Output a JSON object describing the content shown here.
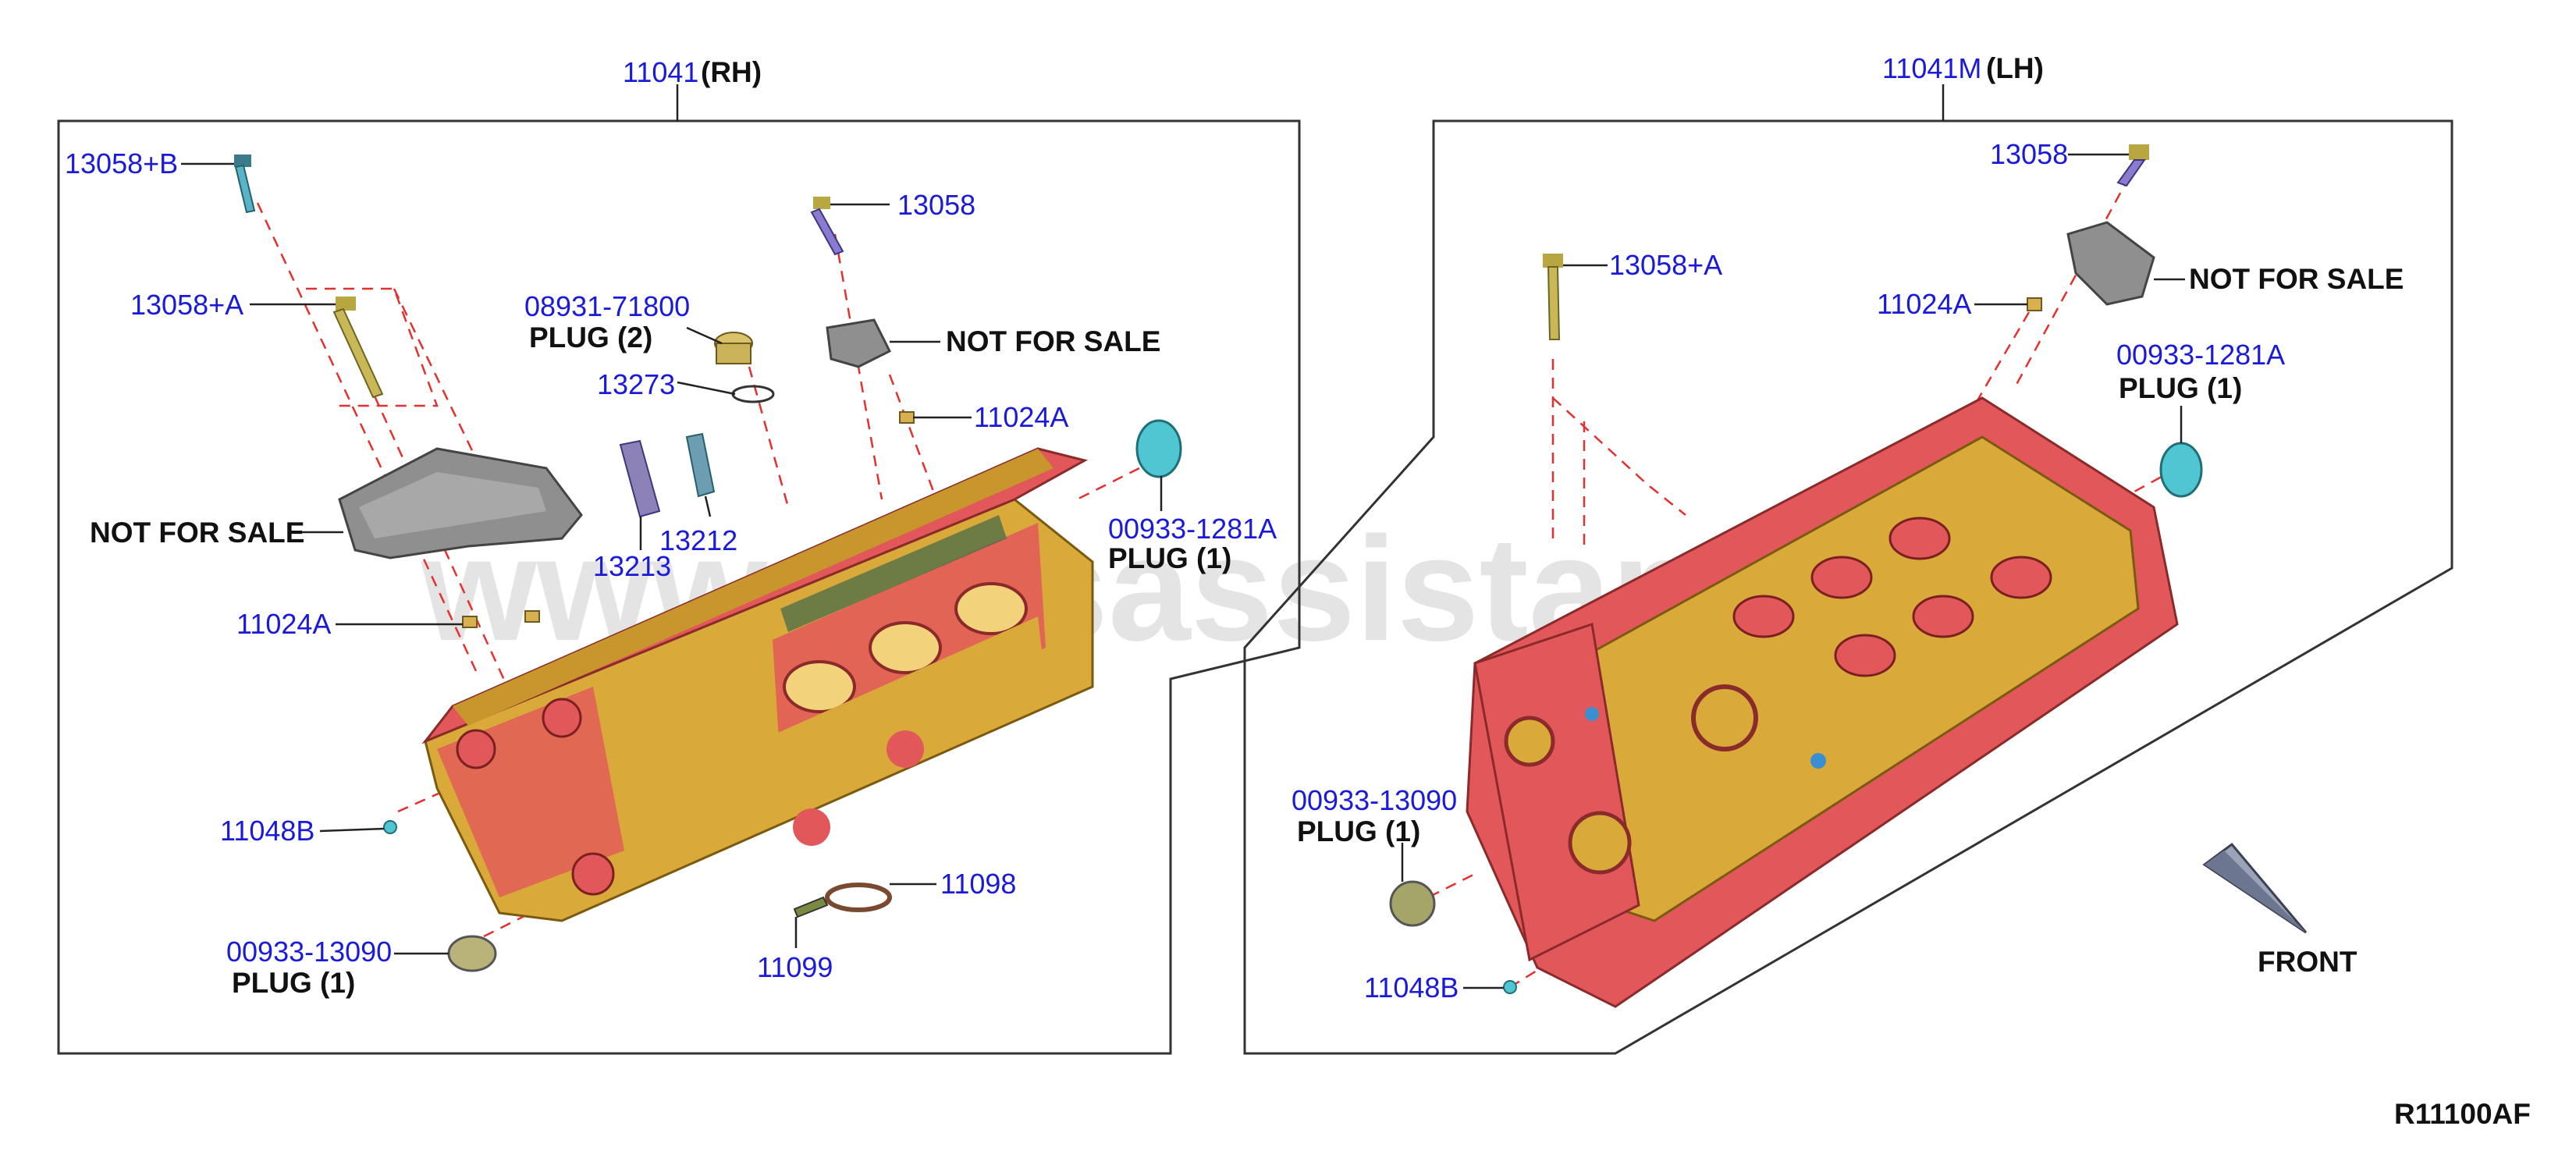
{
  "watermark": "www.carsassistant.com",
  "reference": "R11100AF",
  "colors": {
    "part_number": "#1a1adb",
    "head_red": "#e2585a",
    "head_gold": "#d9a93a",
    "dash_line": "#e53030"
  },
  "rh": {
    "title_number": "11041",
    "title_side": "(RH)",
    "labels": {
      "bolt_b": "13058+B",
      "bolt_a": "13058+A",
      "plug2_pn": "08931-71800",
      "plug2_desc": "PLUG (2)",
      "gasket": "13273",
      "bolt": "13058",
      "nfs_bracket": "NOT FOR SALE",
      "dowel_top": "11024A",
      "plug_side_pn": "00933-1281A",
      "plug_side_desc": "PLUG (1)",
      "nfs_cover": "NOT FOR SALE",
      "guide_a": "13212",
      "guide_b": "13213",
      "dowel_left": "11024A",
      "plug_small": "11048B",
      "plug_front_pn": "00933-13090",
      "plug_front_desc": "PLUG (1)",
      "seal_a": "11098",
      "seal_b": "11099"
    }
  },
  "lh": {
    "title_number": "11041M",
    "title_side": "(LH)",
    "labels": {
      "bolt": "13058",
      "bolt_a": "13058+A",
      "dowel": "11024A",
      "nfs_bracket": "NOT FOR SALE",
      "plug_side_pn": "00933-1281A",
      "plug_side_desc": "PLUG (1)",
      "plug_front_pn": "00933-13090",
      "plug_front_desc": "PLUG (1)",
      "plug_small": "11048B",
      "front": "FRONT"
    }
  }
}
